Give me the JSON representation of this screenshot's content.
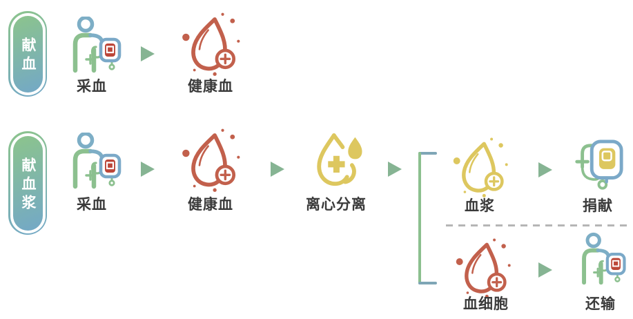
{
  "colors": {
    "green": "#8cc08f",
    "teal": "#7daec6",
    "bag_blue": "#7ba9c8",
    "red": "#c2604c",
    "dark_red": "#bc4638",
    "yellow": "#ddc75f",
    "arrow": "#86b493",
    "bracket_cap": "#7fa6b6",
    "text": "#3a3a3a",
    "dash": "#b5b5b5",
    "badge_from": "#8cc48c",
    "badge_to": "#73a8c7"
  },
  "flow1": {
    "badge": "献血",
    "collect_label": "采血",
    "healthy_label": "健康血"
  },
  "flow2": {
    "badge": "献血浆",
    "collect_label": "采血",
    "healthy_label": "健康血",
    "separate_label": "离心分离",
    "plasma_label": "血浆",
    "donate_label": "捐献",
    "cells_label": "血细胞",
    "reinfuse_label": "还输"
  }
}
